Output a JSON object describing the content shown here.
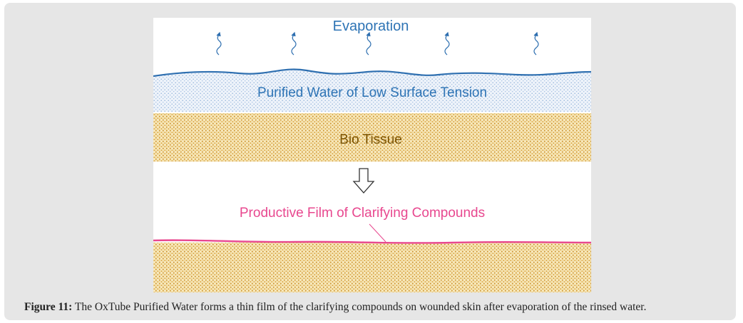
{
  "diagram": {
    "evaporation_label": "Evaporation",
    "water_label": "Purified Water of Low Surface Tension",
    "tissue_label": "Bio Tissue",
    "film_label": "Productive Film of Clarifying Compounds",
    "colors": {
      "water_text": "#2e74b5",
      "wave_line": "#2e6fb0",
      "water_dots": "#8fb0d8",
      "tissue_fill": "#f6e7b8",
      "tissue_dots": "#d49a2e",
      "tissue_text": "#7a5200",
      "film": "#e8488f",
      "arrow": "#333333"
    }
  },
  "caption": {
    "label": "Figure 11:",
    "text": " The OxTube Purified Water forms a thin film of the clarifying compounds on wounded skin after evaporation of the rinsed water."
  }
}
